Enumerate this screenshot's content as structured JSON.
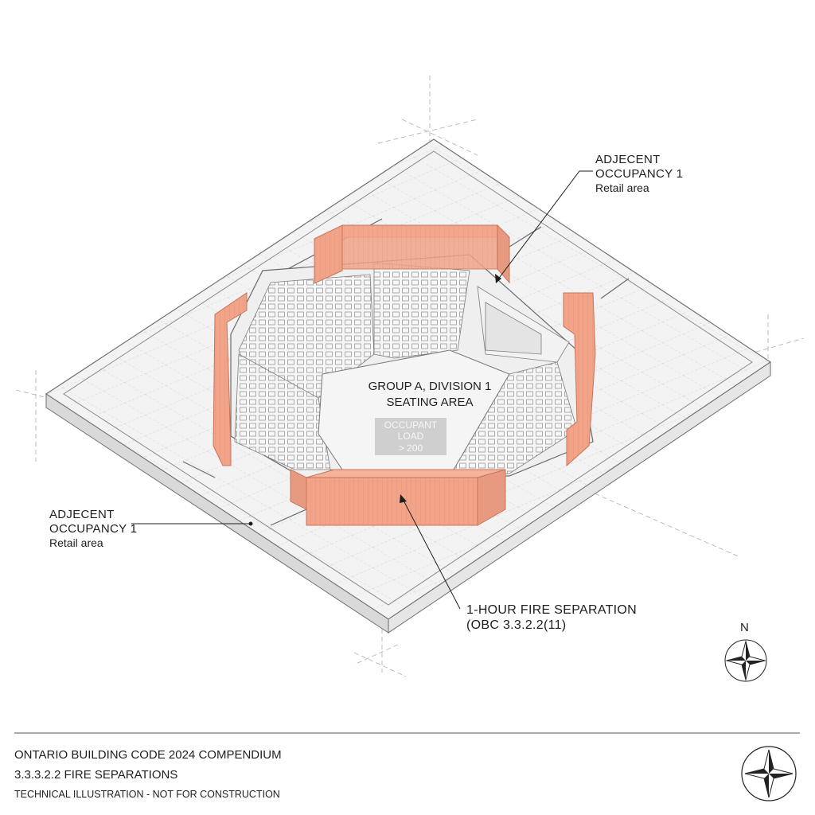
{
  "labels": {
    "adjacent_right": {
      "line1": "ADJECENT",
      "line2": "OCCUPANCY 1",
      "line3": "Retail area"
    },
    "adjacent_left": {
      "line1": "ADJECENT",
      "line2": "OCCUPANCY 1",
      "line3": "Retail area"
    },
    "seating": {
      "line1": "GROUP A, DIVISION 1",
      "line2": "SEATING AREA"
    },
    "occupant_load": {
      "line1": "OCCUPANT LOAD",
      "line2": "> 200"
    },
    "fire_separation": {
      "line1": "1-HOUR FIRE SEPARATION",
      "line2": "(OBC 3.3.2.2(11)"
    },
    "north_letter": "N"
  },
  "footer": {
    "line1": "ONTARIO BUILDING CODE 2024 COMPENDIUM",
    "line2": "3.3.3.2.2 FIRE SEPARATIONS",
    "line3": "TECHNICAL ILLUSTRATION - NOT FOR CONSTRUCTION"
  },
  "colors": {
    "fire_wall": "#f2a488",
    "fire_wall_dark": "#d88366",
    "slab": "#f1f1f1",
    "line": "#777777"
  },
  "icons": [
    "north-arrow-icon",
    "compass-rose-icon"
  ]
}
